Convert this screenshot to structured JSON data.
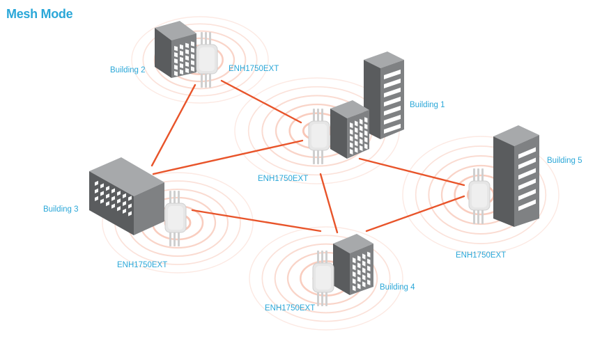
{
  "title": "Mesh Mode",
  "colors": {
    "title": "#2aa7d8",
    "label": "#2aa7d8",
    "link": "#e8542a",
    "ring": "#f08a6a",
    "building_front": "#7f8183",
    "building_side": "#5a5c5e",
    "building_top": "#a7a9ab",
    "device": "#e6e6e6",
    "antenna": "#cfcfcf"
  },
  "nodes": [
    {
      "id": "b1",
      "building": "Building 1",
      "device": "ENH1750EXT"
    },
    {
      "id": "b2",
      "building": "Building 2",
      "device": "ENH1750EXT"
    },
    {
      "id": "b3",
      "building": "Building 3",
      "device": "ENH1750EXT"
    },
    {
      "id": "b4",
      "building": "Building 4",
      "device": "ENH1750EXT"
    },
    {
      "id": "b5",
      "building": "Building 5",
      "device": "ENH1750EXT"
    }
  ],
  "links": [
    {
      "from": "b2",
      "to": "b1"
    },
    {
      "from": "b2",
      "to": "b3"
    },
    {
      "from": "b3",
      "to": "b1"
    },
    {
      "from": "b3",
      "to": "b4"
    },
    {
      "from": "b1",
      "to": "b4"
    },
    {
      "from": "b1",
      "to": "b5"
    },
    {
      "from": "b4",
      "to": "b5"
    }
  ],
  "icons": {
    "building": "office-building-icon",
    "device": "access-point-icon",
    "signal": "wireless-signal-icon"
  }
}
